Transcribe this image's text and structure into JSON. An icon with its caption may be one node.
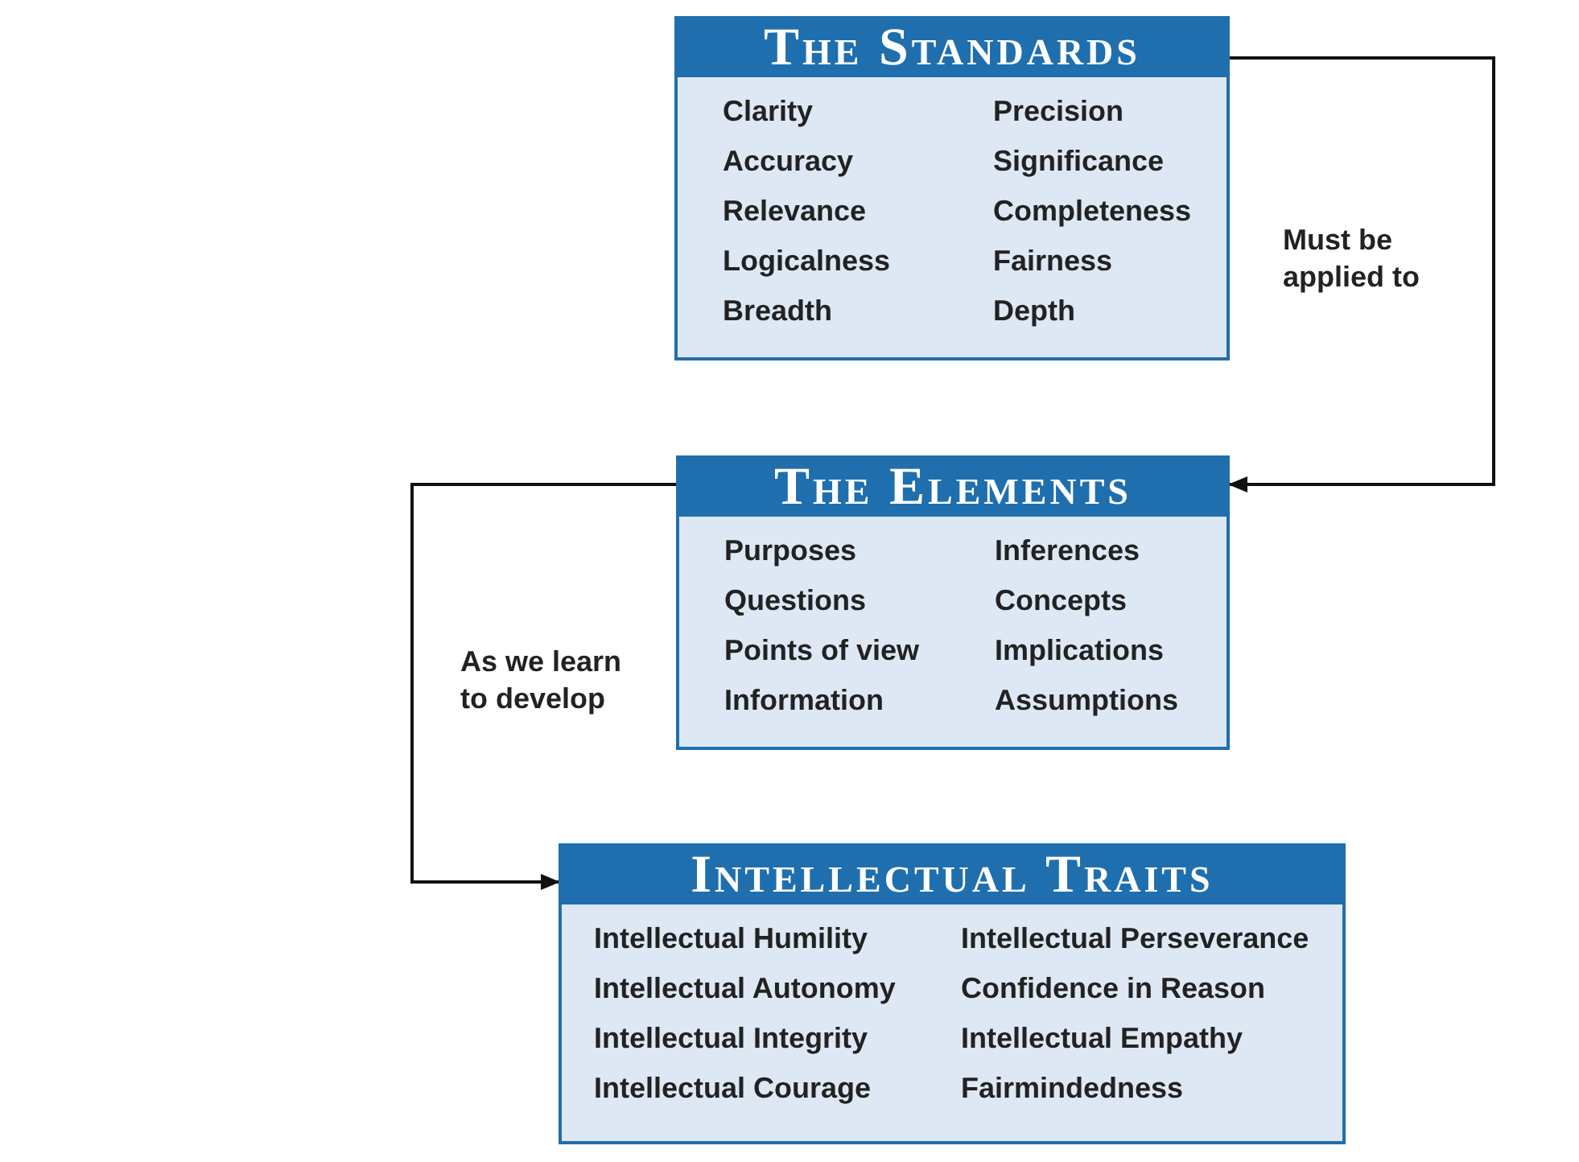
{
  "diagram": {
    "nodes": [
      {
        "text": [
          "The Standards",
          "Clarity",
          "Precision",
          "Accuracy",
          "Significance",
          "Relevance",
          "Completeness",
          "Logicalness",
          "Fairness",
          "Breadth",
          "Depth"
        ]
      },
      {
        "text": [
          "The Elements",
          "Purposes",
          "Inferences",
          "Questions",
          "Concepts",
          "Points of view",
          "Implications",
          "Information",
          "Assumptions"
        ]
      },
      {
        "text": [
          "Intellectual Traits",
          "Intellectual Humility",
          "Intellectual Perseverance",
          "Intellectual Autonomy",
          "Confidence in Reason",
          "Intellectual Integrity",
          "Intellectual Empathy",
          "Intellectual Courage",
          "Fairmindedness"
        ]
      }
    ],
    "edges": [
      {
        "from": 0,
        "to": 1,
        "arrow": "to",
        "label": "Must be applied to"
      },
      {
        "from": 1,
        "to": 2,
        "arrow": "to",
        "label": "As we learn to develop"
      }
    ]
  }
}
